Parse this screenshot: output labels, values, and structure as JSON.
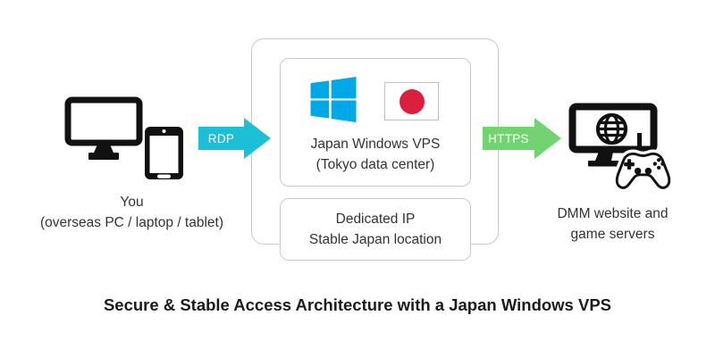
{
  "title": "Secure & Stable Access Architecture with a Japan Windows VPS",
  "client": {
    "line1": "You",
    "line2": "(overseas PC / laptop / tablet)"
  },
  "arrows": {
    "rdp_label": "RDP",
    "https_label": "HTTPS"
  },
  "vps_box": {
    "line1": "Japan Windows VPS",
    "line2": "(Tokyo data center)"
  },
  "features_box": {
    "line1": "Dedicated IP",
    "line2": "Stable Japan location"
  },
  "servers": {
    "line1": "DMM website and",
    "line2": "game servers"
  },
  "icons": {
    "client": "desktop-monitor-icon, tablet-icon",
    "vps": "windows-logo-icon, japan-flag-icon",
    "servers": "monitor-globe-icon, gamepad-icon"
  },
  "colors": {
    "rdp_arrow": "#1cc0d6",
    "https_arrow": "#71d471",
    "windows_blue": "#00a8e8",
    "flag_red": "#dc1f3c",
    "icon_black": "#111111"
  }
}
